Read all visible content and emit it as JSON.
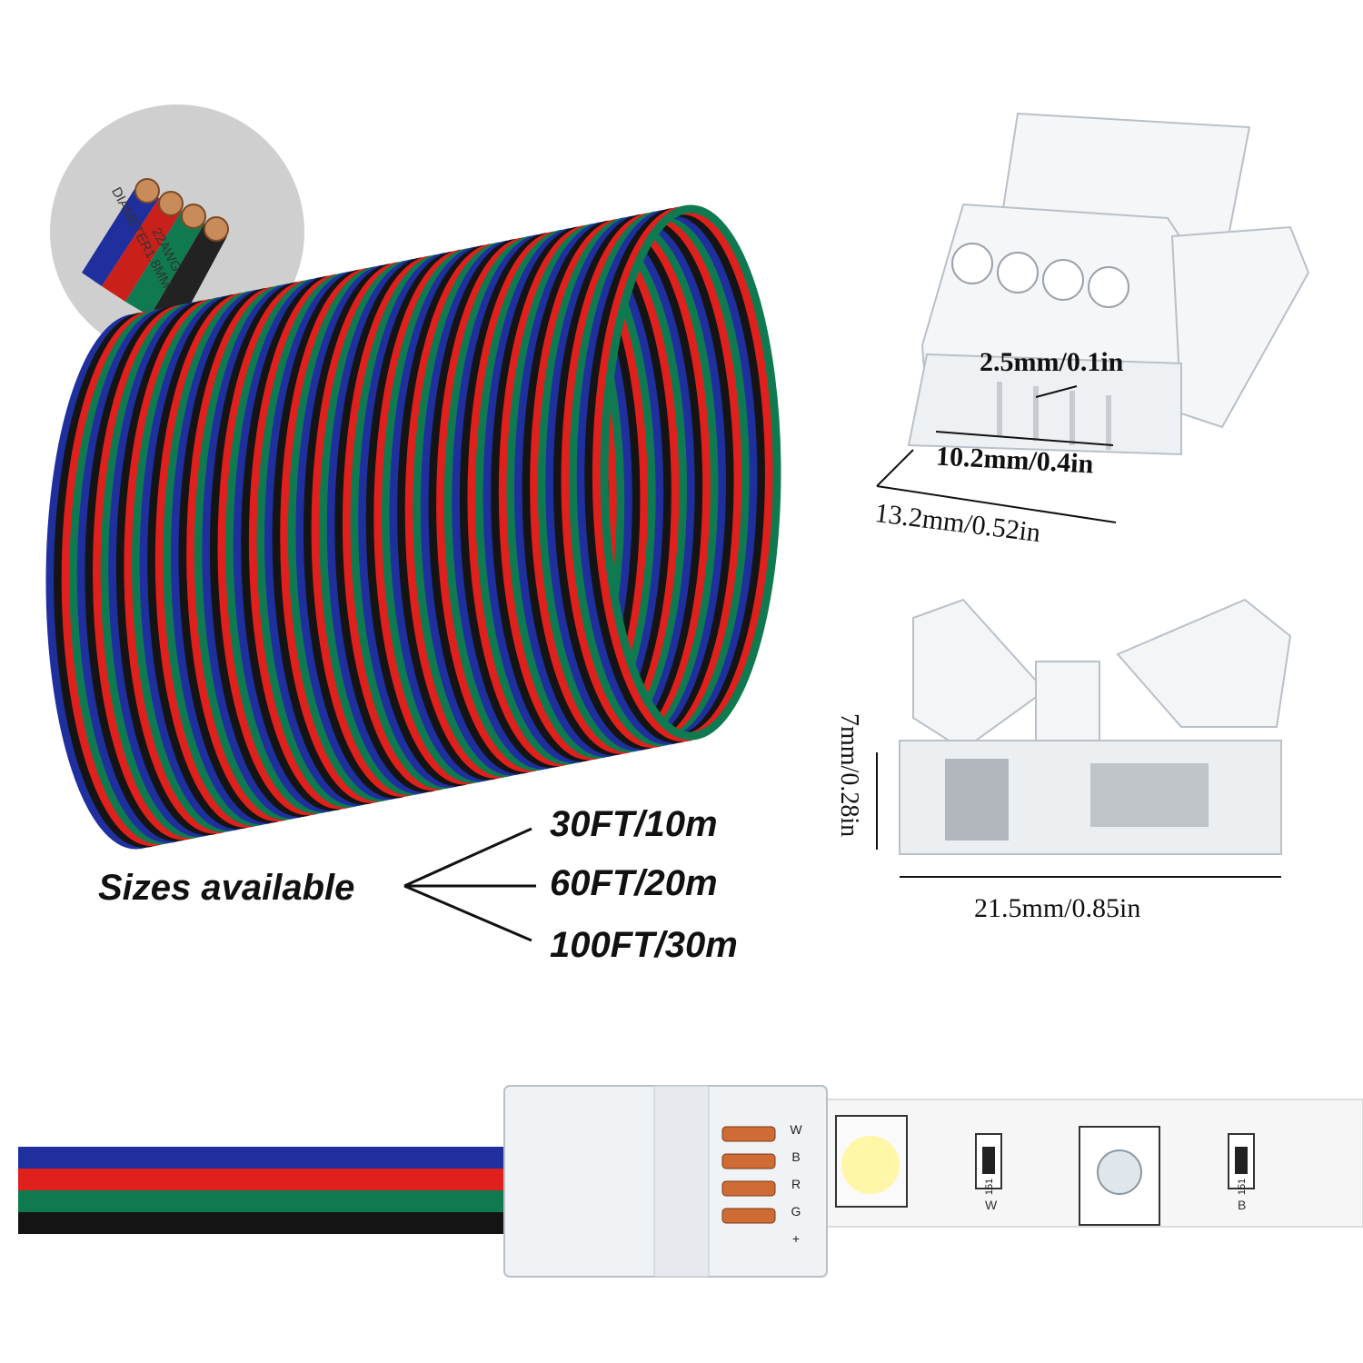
{
  "wire_inset": {
    "gauge": "22AWG",
    "diameter": "DIAMETER1.8MM"
  },
  "sizes": {
    "label": "Sizes available",
    "options": [
      "30FT/10m",
      "60FT/20m",
      "100FT/30m"
    ]
  },
  "connector_top": {
    "pin_pitch": "2.5mm/0.1in",
    "inner_width": "10.2mm/0.4in",
    "outer_width": "13.2mm/0.52in"
  },
  "connector_side": {
    "height": "7mm/0.28in",
    "length": "21.5mm/0.85in"
  },
  "strip": {
    "pin_labels": [
      "W",
      "B",
      "R",
      "G",
      "+"
    ],
    "resistor_code": "151",
    "silk_w": "W",
    "silk_b": "B"
  },
  "colors": {
    "blue": "#1f2f9e",
    "red": "#e0201c",
    "green": "#0f7a4f",
    "black": "#141414"
  }
}
